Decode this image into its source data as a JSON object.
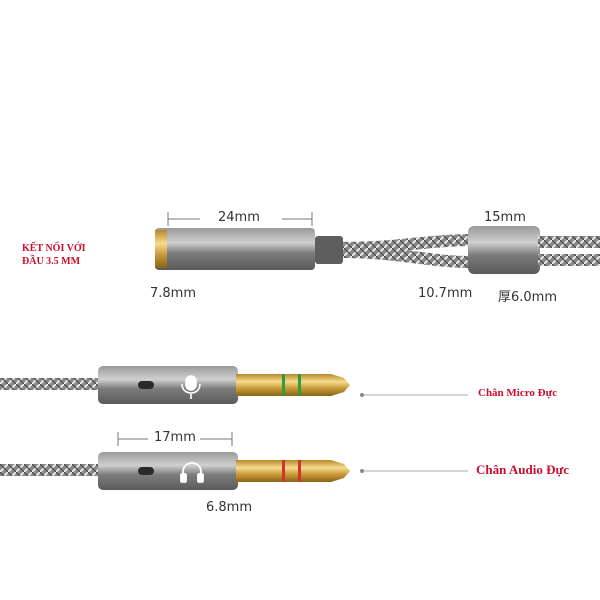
{
  "labels": {
    "connect_line1": "KẾT NỐI VỚI",
    "connect_line2": "ĐẦU 3.5 MM",
    "mic_pin": "Chân Micro Đực",
    "audio_pin": "Chân Audio Đực"
  },
  "dimensions": {
    "female_length": "24mm",
    "female_diameter": "7.8mm",
    "splitter_length": "15mm",
    "splitter_width": "10.7mm",
    "splitter_thickness": "厚6.0mm",
    "plug_length": "17mm",
    "plug_diameter": "6.8mm"
  },
  "colors": {
    "mic_ring": "#2e9e3a",
    "audio_ring": "#d2322d",
    "label_red": "#c8102e",
    "housing": "#7a7a7a"
  }
}
